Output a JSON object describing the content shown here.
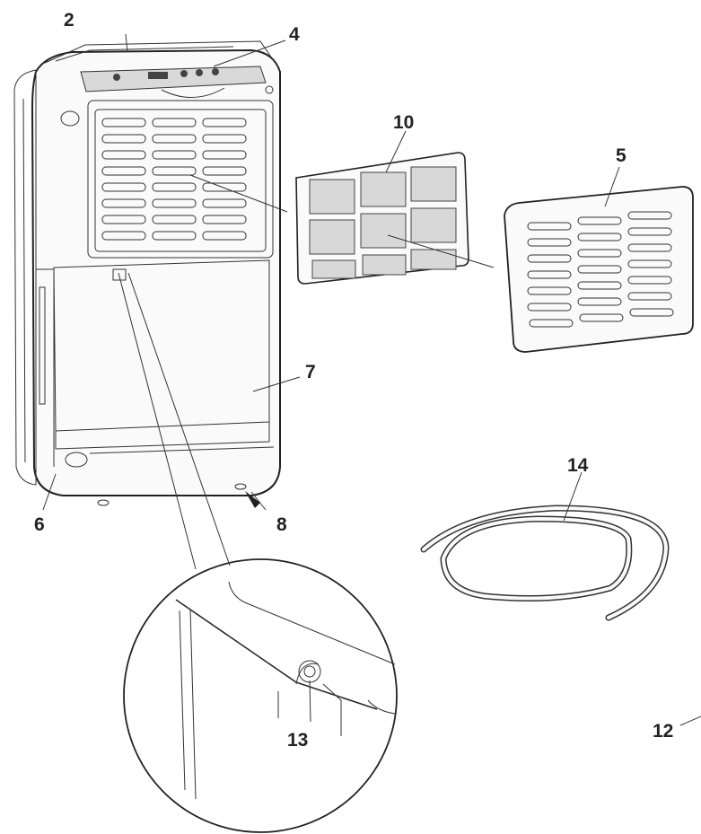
{
  "diagram": {
    "labels": {
      "l2": "2",
      "l4": "4",
      "l10": "10",
      "l5": "5",
      "l7": "7",
      "l6": "6",
      "l8": "8",
      "l14": "14",
      "l13": "13",
      "l12": "12"
    }
  }
}
